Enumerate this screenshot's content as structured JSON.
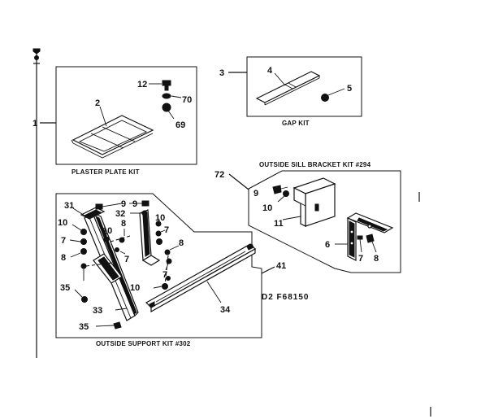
{
  "kits": {
    "plaster_plate": "PLASTER PLATE KIT",
    "gap": "GAP KIT",
    "outside_sill_bracket": "OUTSIDE SILL BRACKET KIT #294",
    "outside_support": "OUTSIDE SUPPORT KIT #302"
  },
  "reference_code": "D2    F68150",
  "callouts": {
    "plaster_plate_assembly": "1",
    "plaster_plate": "2",
    "plaster_screw": "12",
    "plaster_washer": "70",
    "plaster_nut": "69",
    "gap_kit": "3",
    "gap_strip": "4",
    "gap_nut": "5",
    "sill_bracket_kit": "72",
    "sill_screw": "9",
    "sill_washer": "10",
    "sill_angle": "11",
    "sill_bracket": "6",
    "sill_bolt_a": "7",
    "sill_bolt_b": "8",
    "support_top_cap": "31",
    "support_screw_a": "9",
    "support_screw_b": "9",
    "support_clip": "32",
    "support_washer_upper_left": "10",
    "support_washer_mid_left": "10",
    "support_washer_upper_right": "10",
    "support_washer_lower": "10",
    "support_bolt_left": "7",
    "support_bolt_mid": "7",
    "support_bolt_right_upper": "7",
    "support_bolt_right_lower": "7",
    "support_nut_left": "8",
    "support_nut_mid": "8",
    "support_nut_right": "8",
    "support_bracket_screw_upper": "35",
    "support_bracket_screw_lower": "35",
    "support_channel": "33",
    "support_brace": "34",
    "support_kit": "41"
  }
}
